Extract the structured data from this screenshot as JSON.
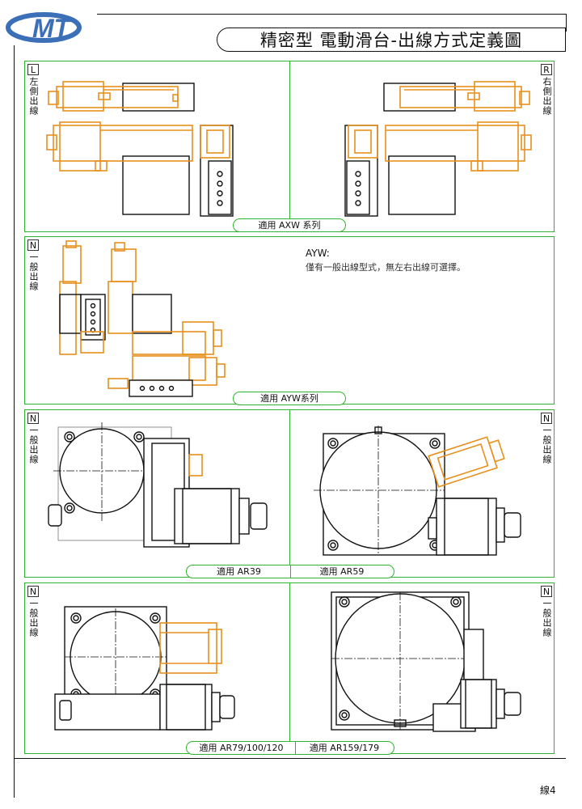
{
  "brand": {
    "logo_text": "MT"
  },
  "title": "精密型 電動滑台-出線方式定義圖",
  "sections": {
    "axw": {
      "left_tag": "L",
      "left_label": "左側出線",
      "right_tag": "R",
      "right_label": "右側出線",
      "caption": "適用 AXW 系列"
    },
    "ayw": {
      "tag": "N",
      "label": "一般出線",
      "caption": "適用 AYW系列",
      "note_title": "AYW:",
      "note_text": "僅有一般出線型式，無左右出線可選擇。"
    },
    "ar_small": {
      "left_tag": "N",
      "left_label": "一般出線",
      "right_tag": "N",
      "right_label": "一般出線",
      "caption_left": "適用 AR39",
      "caption_right": "適用 AR59"
    },
    "ar_large": {
      "left_tag": "N",
      "left_label": "一般出線",
      "right_tag": "N",
      "right_label": "一般出線",
      "caption_left": "適用 AR79/100/120",
      "caption_right": "適用 AR159/179"
    }
  },
  "page_number": "線4",
  "colors": {
    "frame": "#2fb52f",
    "cable": "#e8901c",
    "line": "#111111"
  }
}
